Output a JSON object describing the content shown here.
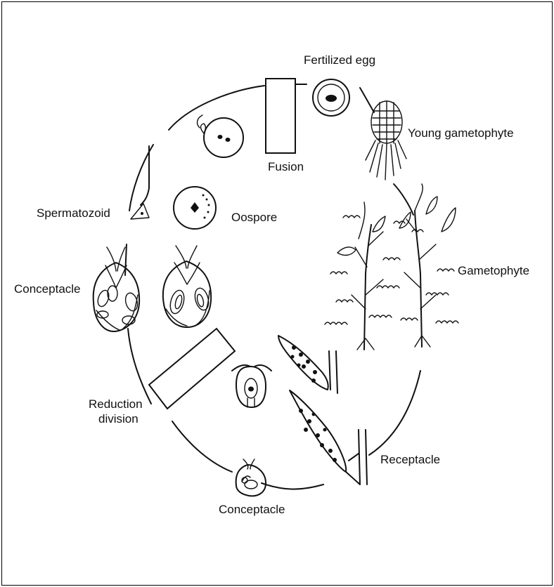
{
  "labels": {
    "fertilized_egg": "Fertilized egg",
    "young_gametophyte": "Young gametophyte",
    "fusion": "Fusion",
    "spermatozoid": "Spermatozoid",
    "oospore": "Oospore",
    "gametophyte": "Gametophyte",
    "conceptacle_left": "Conceptacle",
    "reduction_division_line1": "Reduction",
    "reduction_division_line2": "division",
    "receptacle": "Receptacle",
    "conceptacle_bottom": "Conceptacle"
  }
}
